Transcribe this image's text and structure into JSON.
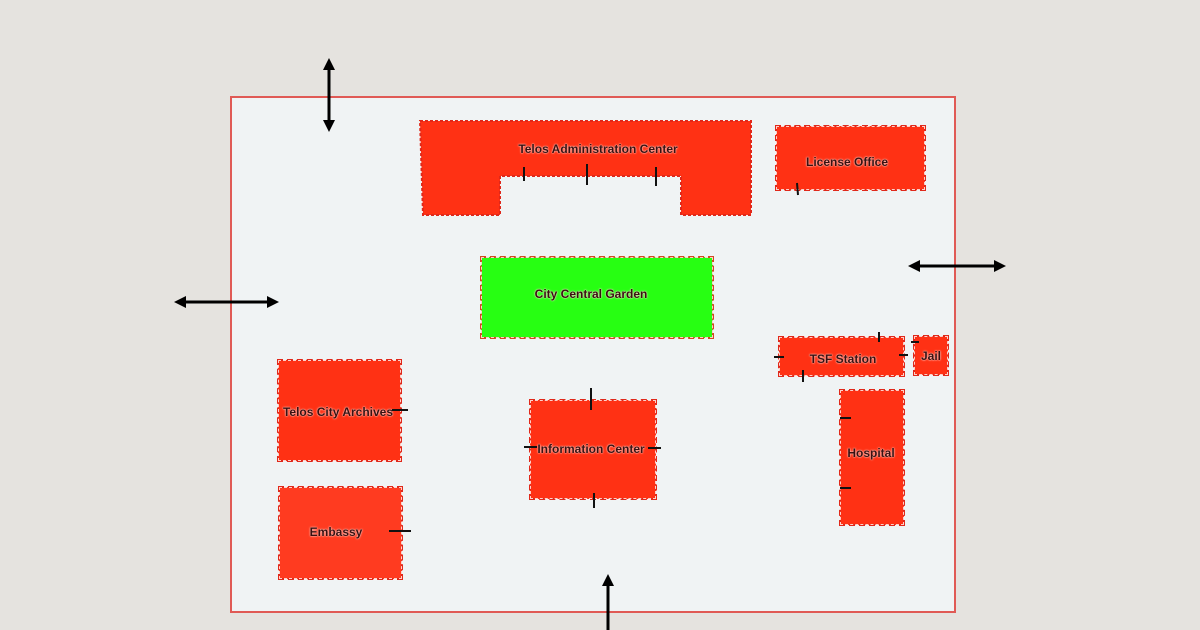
{
  "map": {
    "buildings": [
      {
        "id": "admin",
        "label": "Telos Administration Center"
      },
      {
        "id": "license",
        "label": "License Office"
      },
      {
        "id": "garden",
        "label": "City Central Garden"
      },
      {
        "id": "archives",
        "label": "Telos City Archives"
      },
      {
        "id": "info",
        "label": "Information Center"
      },
      {
        "id": "embassy",
        "label": "Embassy"
      },
      {
        "id": "tsf",
        "label": "TSF Station"
      },
      {
        "id": "jail",
        "label": "Jail"
      },
      {
        "id": "hospital",
        "label": "Hospital"
      }
    ],
    "colors": {
      "building": "#ff3114",
      "garden": "#27ff12",
      "ground": "#f0f3f4",
      "border": "#e05a55"
    }
  }
}
